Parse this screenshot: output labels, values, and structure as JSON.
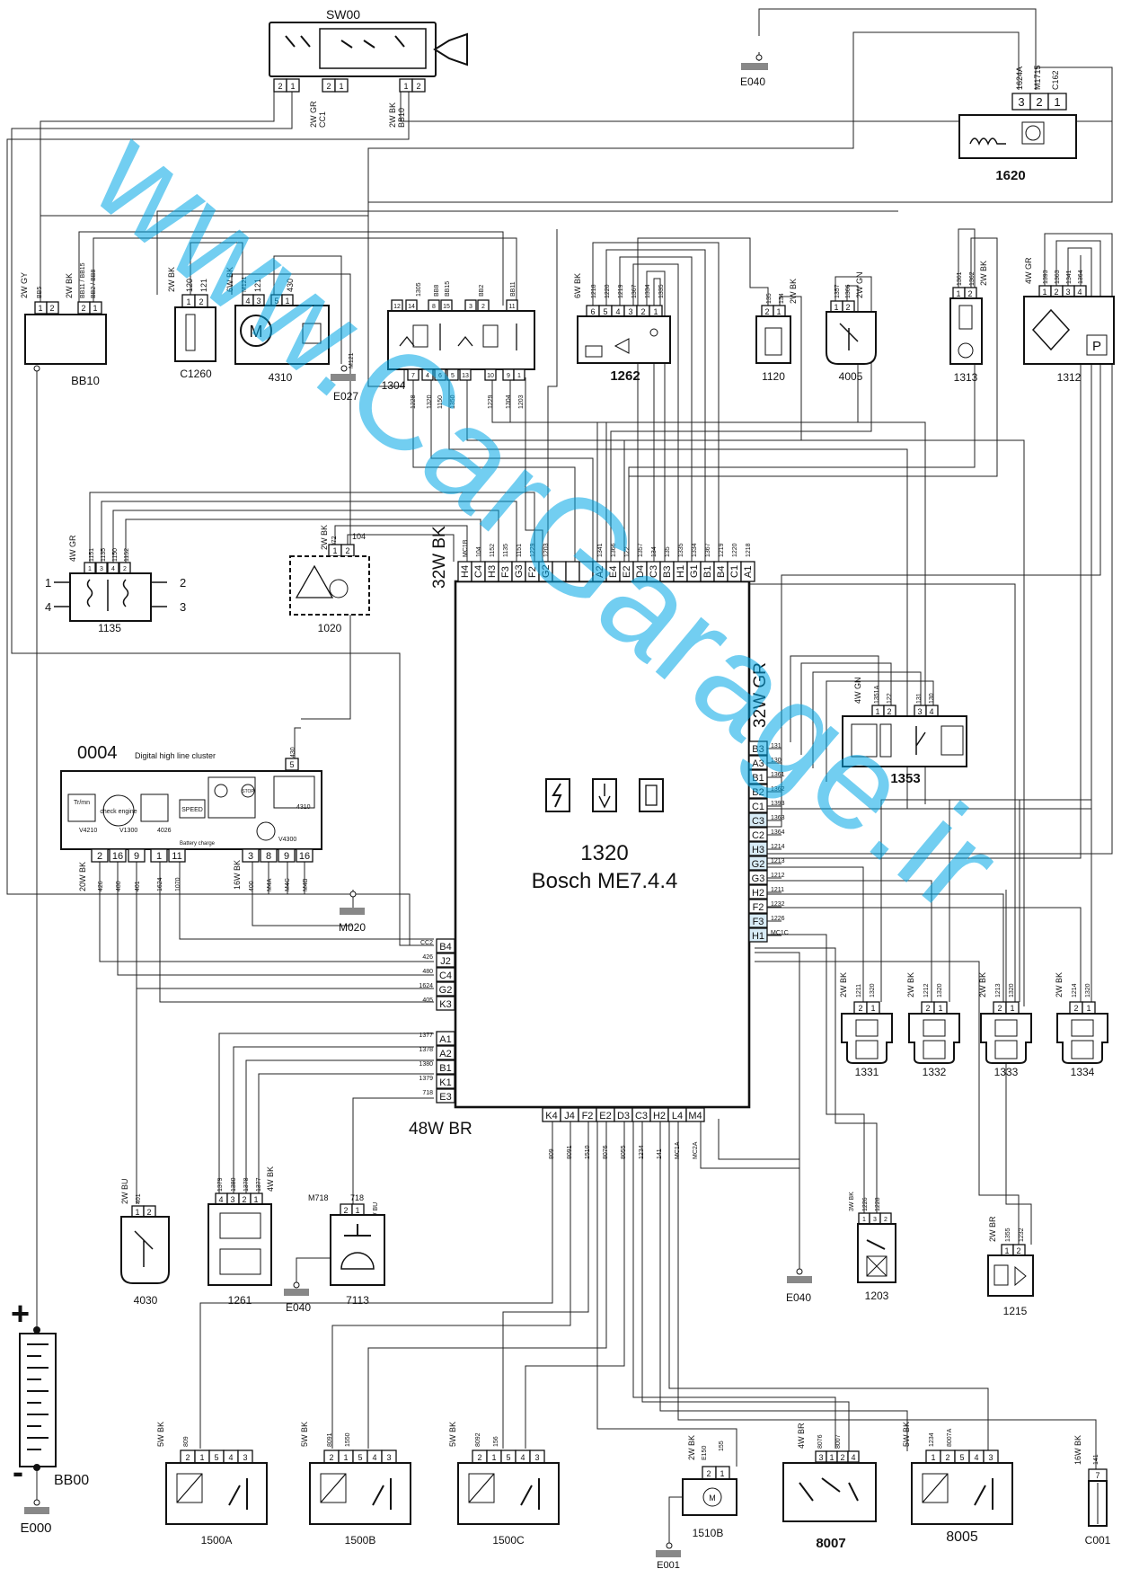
{
  "watermark": "www.CarGarage.ir",
  "ecu": {
    "id": "1320",
    "name": "Bosch ME7.4.4",
    "conn_top": "32W BK",
    "conn_right": "32W GR",
    "conn_bottom": "48W BR",
    "top_pins": [
      "H4",
      "C4",
      "H3",
      "F3",
      "G3",
      "F2",
      "G2",
      "",
      "",
      "",
      "A2",
      "E4",
      "E2",
      "D4",
      "C3",
      "B3",
      "H1",
      "G1",
      "B1",
      "B4",
      "C1",
      "A1"
    ],
    "top_wires": [
      "MC1B",
      "104",
      "1152",
      "1135",
      "1151",
      "1229",
      "1203",
      "",
      "",
      "",
      "1341",
      "1366",
      "122",
      "1357",
      "134",
      "135",
      "1335",
      "1334",
      "1367",
      "1219",
      "1220",
      "1218"
    ],
    "right_pins": [
      "B3",
      "A3",
      "B1",
      "B2",
      "C1",
      "C3",
      "C2",
      "H3",
      "G2",
      "G3",
      "H2",
      "F2",
      "F3",
      "H1"
    ],
    "right_wires": [
      "131",
      "130",
      "1361",
      "1362",
      "1393",
      "1363",
      "1364",
      "1214",
      "1213",
      "1212",
      "1211",
      "1232",
      "1226",
      "MC1C"
    ],
    "left_pins_a": [
      "B4",
      "J2",
      "C4",
      "G2",
      "K3"
    ],
    "left_wires_a": [
      "CC2",
      "426",
      "480",
      "1624",
      "405"
    ],
    "left_pins_b": [
      "A1",
      "A2",
      "B1",
      "K1",
      "E3"
    ],
    "left_wires_b": [
      "1377",
      "1378",
      "1380",
      "1379",
      "718"
    ],
    "bottom_pins": [
      "K4",
      "J4",
      "F2",
      "E2",
      "D3",
      "C3",
      "H2",
      "L4",
      "M4"
    ],
    "bottom_wires": [
      "809",
      "8091",
      "1510",
      "8076",
      "8055",
      "1234",
      "141",
      "MC1A",
      "MC2A"
    ]
  },
  "cluster": {
    "id": "0004",
    "desc": "Digital high line cluster",
    "pins": [
      "2",
      "16",
      "9",
      "1",
      "11",
      "3",
      "8",
      "9",
      "16"
    ],
    "conn": "20W BK",
    "conn2": "16W BK",
    "pin5": "5",
    "wire430": "430",
    "gauge": "4310",
    "w_bottom": [
      "426",
      "480",
      "401",
      "1624",
      "1070",
      "400",
      "M4A",
      "M4C",
      "M4B"
    ],
    "sub": [
      "V4210",
      "V1300",
      "4026",
      "V4300"
    ],
    "tr": "Tr/mn",
    "check": "check engine",
    "speed": "SPEED",
    "stop": "STOP",
    "battery": "Battery charge"
  },
  "components": {
    "sw00": "SW00",
    "bb10": "BB10",
    "c1260": "C1260",
    "c4310": "4310",
    "c1304": "1304",
    "c1262": "1262",
    "c1120": "1120",
    "c4005": "4005",
    "c1313": "1313",
    "c1312": "1312",
    "c1620": "1620",
    "c1135": "1135",
    "c1020": "1020",
    "c1353": "1353",
    "c1331": "1331",
    "c1332": "1332",
    "c1333": "1333",
    "c1334": "1334",
    "c4030": "4030",
    "c1261": "1261",
    "c7113": "7113",
    "c1203": "1203",
    "c1215": "1215",
    "c1500a": "1500A",
    "c1500b": "1500B",
    "c1500c": "1500C",
    "c1510b": "1510B",
    "c8007": "8007",
    "c8005": "8005",
    "c001": "C001",
    "bb00": "BB00"
  },
  "grounds": [
    "E040",
    "E027",
    "M020",
    "E040",
    "E040",
    "E000",
    "E001"
  ],
  "conn_labels": {
    "bb10": "2W GY",
    "bb10b": "2W BK",
    "c1260": "2W BK",
    "c4310": "6W BK",
    "c1262": "6W BK",
    "c1120": "2W BK",
    "c4005": "2W GN",
    "c1313": "2W BK",
    "c1312": "4W GR",
    "c1135": "4W GR",
    "c1020": "2W BK",
    "c1353": "4W GN",
    "c1331": "2W BK",
    "c1332": "2W BK",
    "c1333": "2W BK",
    "c1334": "2W BK",
    "c4030": "2W BU",
    "c1261": "4W BK",
    "c7113": "2W BU",
    "c1203": "3W BK",
    "c1215": "2W BR",
    "c1500": "5W BK",
    "c1510b": "2W BK",
    "c8007": "4W BR",
    "c8005": "5W BK",
    "c001": "16W BK",
    "sw00_l": "2W GR",
    "sw00_r": "2W BK",
    "c1620": "1624A"
  },
  "wire_labels": {
    "sw00_l": "CC1",
    "sw00_r": "BB10",
    "c1620": [
      "1624A",
      "M1715",
      "C162"
    ],
    "bb10": [
      "BB5",
      "BB11 / BB15",
      "BB2 / BB8"
    ],
    "c1260": [
      "120",
      "121"
    ],
    "c4310": [
      "M121",
      "121",
      "430"
    ],
    "c1304_top": [
      "1305",
      "BB8",
      "BB15",
      "BB2",
      "BB11"
    ],
    "c1304_bot": [
      "1228",
      "1320",
      "1150",
      "1350",
      "1229",
      "1304",
      "1203"
    ],
    "c1262": [
      "1218",
      "1220",
      "1219",
      "1367",
      "1334",
      "1335"
    ],
    "c1120": [
      "135",
      "134"
    ],
    "c4005": [
      "1357",
      "1366"
    ],
    "c1313": [
      "1361",
      "1362"
    ],
    "c1312": [
      "1393",
      "1363",
      "1341",
      "1364"
    ],
    "c1135": [
      "1151",
      "1135",
      "1150",
      "1152"
    ],
    "c1020": [
      "1072",
      "104"
    ],
    "c1353": [
      "1351A",
      "122",
      "131",
      "130"
    ],
    "inj": [
      "1211",
      "1320",
      "1212",
      "1320",
      "1213",
      "1320",
      "1214",
      "1320"
    ],
    "c4030": "401",
    "c1261": [
      "1379",
      "1380",
      "1378",
      "1377"
    ],
    "c7113": [
      "M718",
      "718"
    ],
    "c1203": [
      "1226",
      "1228"
    ],
    "c1215": [
      "1355",
      "1232"
    ],
    "c1500a": "809",
    "c1500b": [
      "8091",
      "1550"
    ],
    "c1500c": [
      "8092",
      "156"
    ],
    "c1510b": [
      "E150",
      "155"
    ],
    "c8007": [
      "8076",
      "8007"
    ],
    "c8005": [
      "1234",
      "8007A"
    ],
    "c001": "141",
    "m121": "M121"
  },
  "pins": {
    "sw00": [
      "2",
      "1",
      "2",
      "1",
      "1",
      "2"
    ],
    "c1620": [
      "3",
      "2",
      "1"
    ],
    "bb10": [
      "1",
      "2",
      "2",
      "1"
    ],
    "c1260": [
      "1",
      "2"
    ],
    "c4310": [
      "4",
      "3",
      "5",
      "1"
    ],
    "c1304_top": [
      "12",
      "14",
      "8",
      "15",
      "3",
      "2",
      "11"
    ],
    "c1304_bot": [
      "7",
      "4",
      "6",
      "5",
      "13",
      "10",
      "9",
      "1"
    ],
    "c1262": [
      "6",
      "5",
      "4",
      "3",
      "2",
      "1"
    ],
    "c1120": [
      "2",
      "1"
    ],
    "c4005": [
      "1",
      "2"
    ],
    "c1313": [
      "1",
      "2"
    ],
    "c1312": [
      "1",
      "2",
      "3",
      "4"
    ],
    "c1135": [
      "1",
      "3",
      "4",
      "2"
    ],
    "c1135_side": [
      "1",
      "4",
      "2",
      "3"
    ],
    "c1020": [
      "1",
      "2"
    ],
    "c1353": [
      "1",
      "2",
      "3",
      "4"
    ],
    "inj": [
      "2",
      "1"
    ],
    "c4030": [
      "1",
      "2"
    ],
    "c1261": [
      "4",
      "3",
      "2",
      "1"
    ],
    "c7113": [
      "2",
      "1"
    ],
    "c1203": [
      "1",
      "3",
      "2"
    ],
    "c1215": [
      "1",
      "2"
    ],
    "relay": [
      "2",
      "1",
      "5",
      "4",
      "3"
    ],
    "c1510b": [
      "2",
      "1"
    ],
    "c8007": [
      "3",
      "1",
      "2",
      "4"
    ],
    "c8005": [
      "1",
      "2",
      "5",
      "4",
      "3"
    ],
    "c001": "7"
  },
  "battery_plus": "+",
  "battery_minus": "-"
}
